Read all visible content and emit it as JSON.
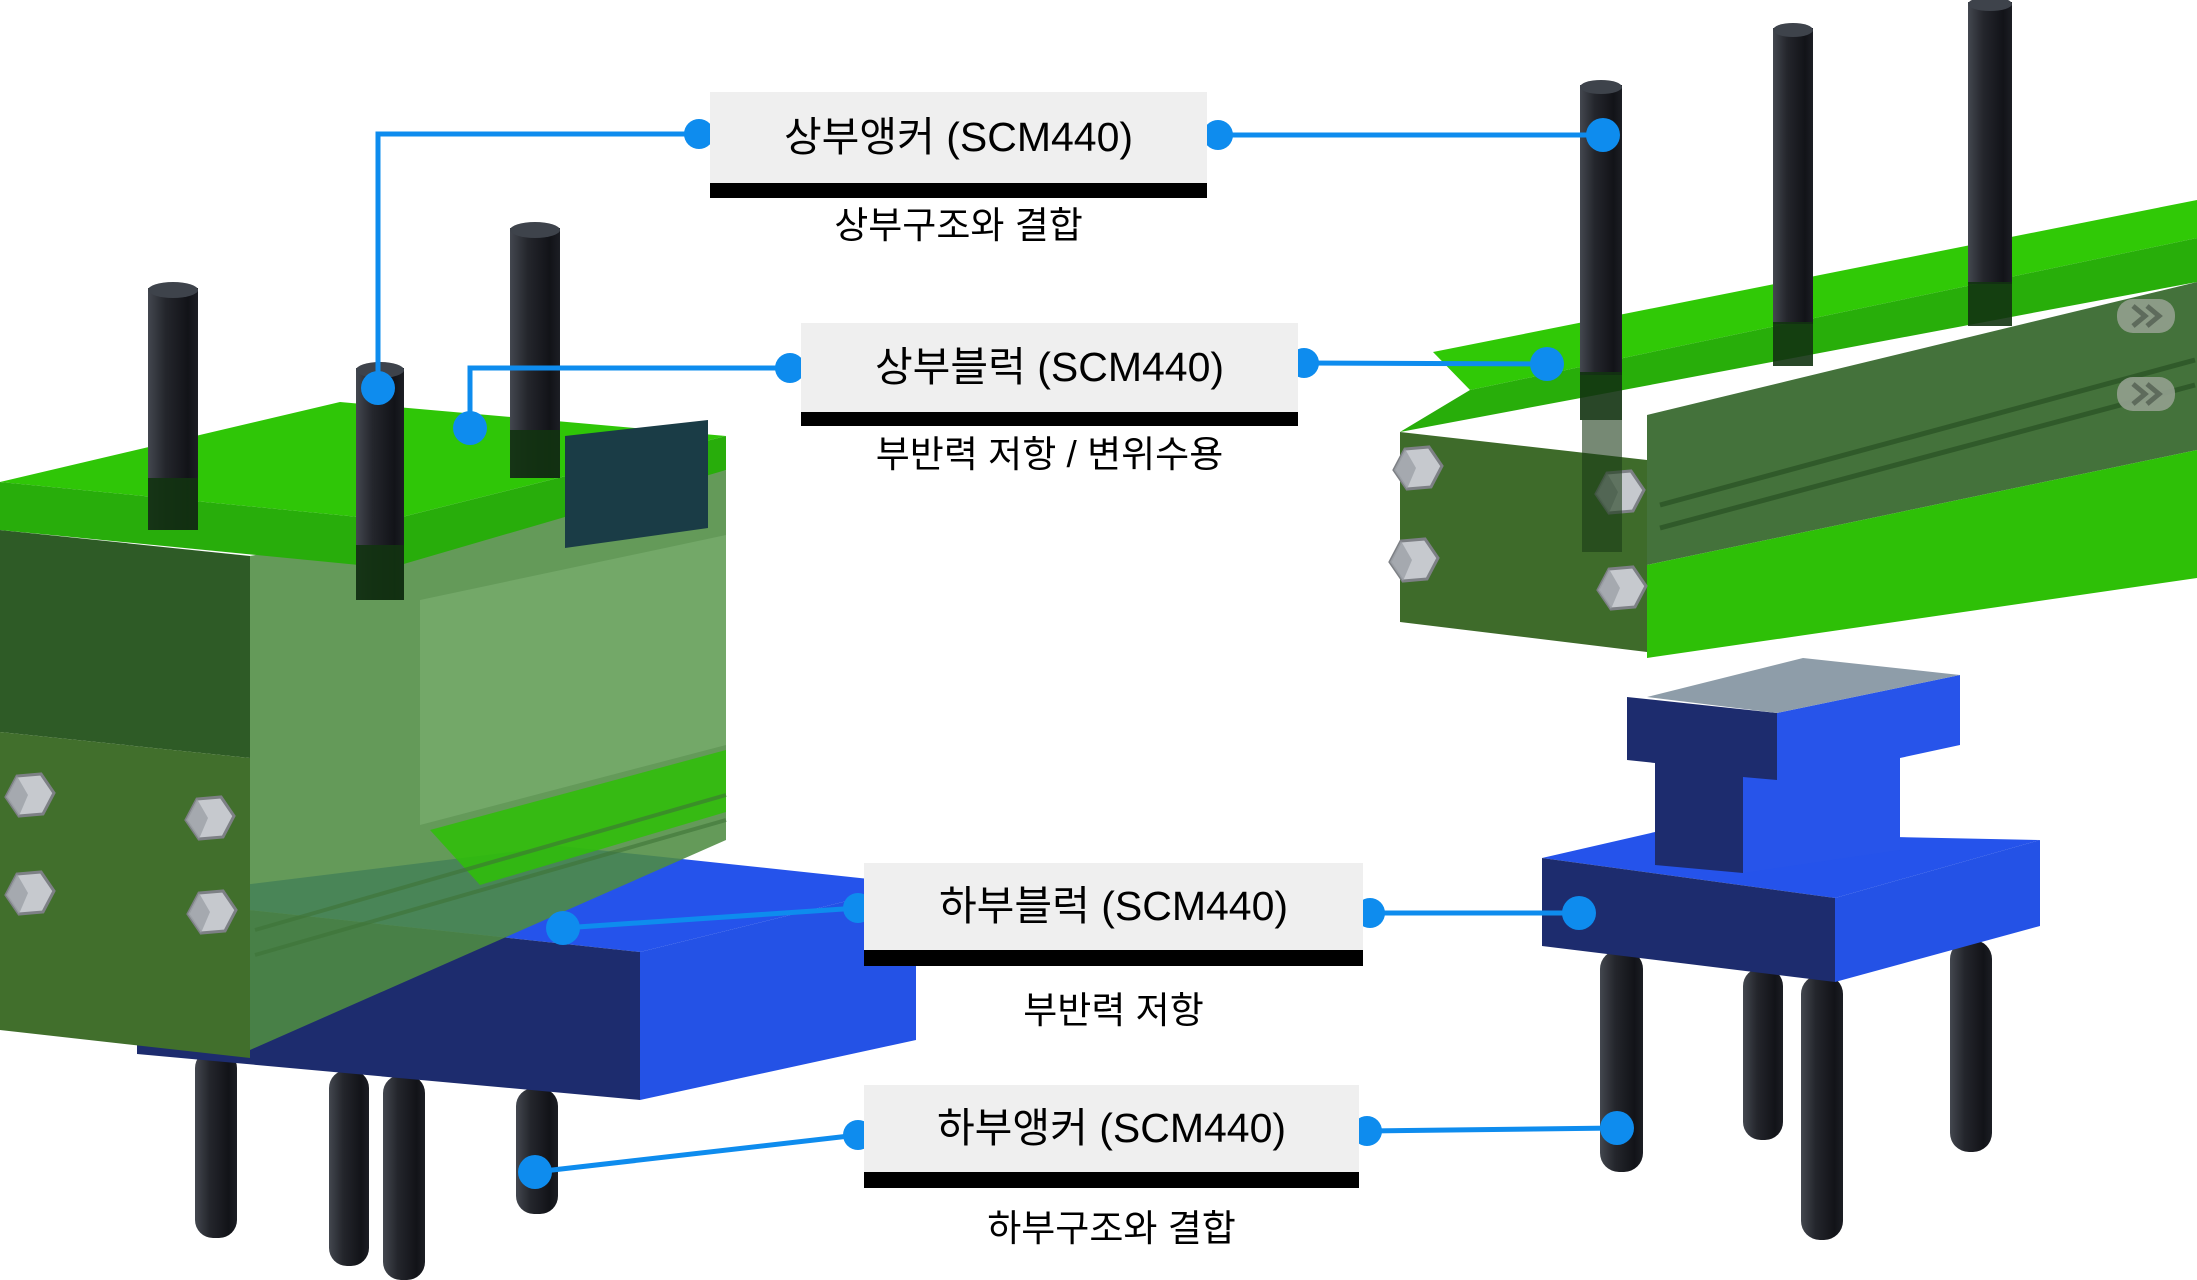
{
  "diagram": {
    "kind": "exploded-assembly-callout-diagram",
    "background": "#FFFFFF"
  },
  "callouts": [
    {
      "id": "upper-anchor",
      "title": "상부앵커 (SCM440)",
      "subtitle": "상부구조와 결합"
    },
    {
      "id": "upper-block",
      "title": "상부블럭 (SCM440)",
      "subtitle": "부반력 저항 / 변위수용"
    },
    {
      "id": "lower-block",
      "title": "하부블럭 (SCM440)",
      "subtitle": "부반력 저항"
    },
    {
      "id": "lower-anchor",
      "title": "하부앵커 (SCM440)",
      "subtitle": "하부구조와 결합"
    }
  ],
  "colors": {
    "leader_line": "#0E8CEE",
    "label_background": "#EFEFEF",
    "label_underline": "#000000",
    "text": "#000000",
    "green_top": "#2FC607",
    "green_band": "#28AD0B",
    "green_end_plate": "#3E6B2A",
    "green_body_transparent": "#4E8C42",
    "green_inner_dark_box": "#1A3C46",
    "blue_bright": "#2452E6",
    "blue_top": "#2553EB",
    "blue_navy": "#1D2C6E",
    "pedestal_top_gray": "#8E9DA9",
    "anchor_rod_dark": "#1A1C21",
    "bolt_silver": "#C6C9CE"
  }
}
